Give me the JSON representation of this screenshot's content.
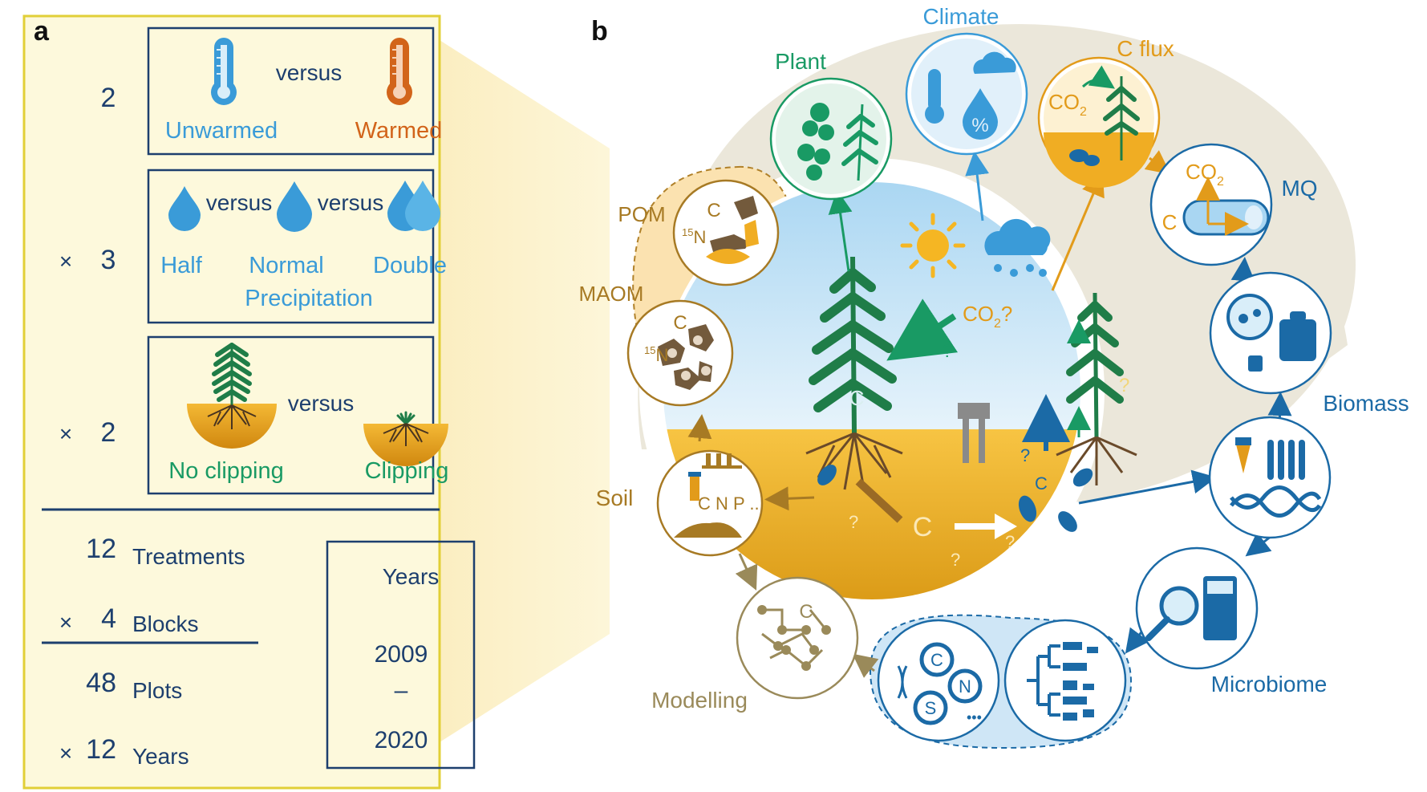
{
  "colors": {
    "navy": "#1d3f6e",
    "blue_light": "#3a9bd8",
    "blue_dark": "#1b6aa6",
    "orange": "#d2641a",
    "green": "#199a64",
    "green_dark": "#1f7d48",
    "gold": "#e29b1a",
    "brown": "#735a3c",
    "olive": "#9a8a5a",
    "panel_bg": "#fdf9dc",
    "panel_border": "#e1cf37",
    "ring": "#e9e5d8"
  },
  "panel_a": {
    "letter": "a",
    "temperature": {
      "count": "2",
      "versus": "versus",
      "left_label": "Unwarmed",
      "right_label": "Warmed",
      "icons": [
        "thermometer-cool-icon",
        "thermometer-warm-icon"
      ]
    },
    "precipitation": {
      "multiplier": "×",
      "count": "3",
      "versus1": "versus",
      "versus2": "versus",
      "labels": [
        "Half",
        "Normal",
        "Double"
      ],
      "caption": "Precipitation",
      "icons": [
        "droplet-small-icon",
        "droplet-medium-icon",
        "droplet-double-icon"
      ]
    },
    "clipping": {
      "multiplier": "×",
      "count": "2",
      "versus": "versus",
      "left_label": "No clipping",
      "right_label": "Clipping"
    },
    "totals": {
      "treatments_num": "12",
      "treatments_label": "Treatments",
      "blocks_mult": "×",
      "blocks_num": "4",
      "blocks_label": "Blocks",
      "plots_num": "48",
      "plots_label": "Plots",
      "years_mult": "×",
      "years_num": "12",
      "years_label": "Years"
    },
    "years_box": {
      "title": "Years",
      "start": "2009",
      "dash": "–",
      "end": "2020"
    }
  },
  "panel_b": {
    "letter": "b",
    "nodes": {
      "climate": "Climate",
      "plant": "Plant",
      "c_flux": "C flux",
      "mq": "MQ",
      "biomass": "Biomass",
      "microbiome": "Microbiome",
      "modelling": "Modelling",
      "soil": "Soil",
      "maom": "MAOM",
      "pom": "POM"
    },
    "glyphs": {
      "co2": "CO",
      "co2_sub": "2",
      "co2_q": "?",
      "c": "C",
      "q": "?",
      "n15_sup": "15",
      "n": "N",
      "s": "S",
      "cnp": "C N P ...",
      "percent": "%",
      "dots": "•••"
    }
  }
}
